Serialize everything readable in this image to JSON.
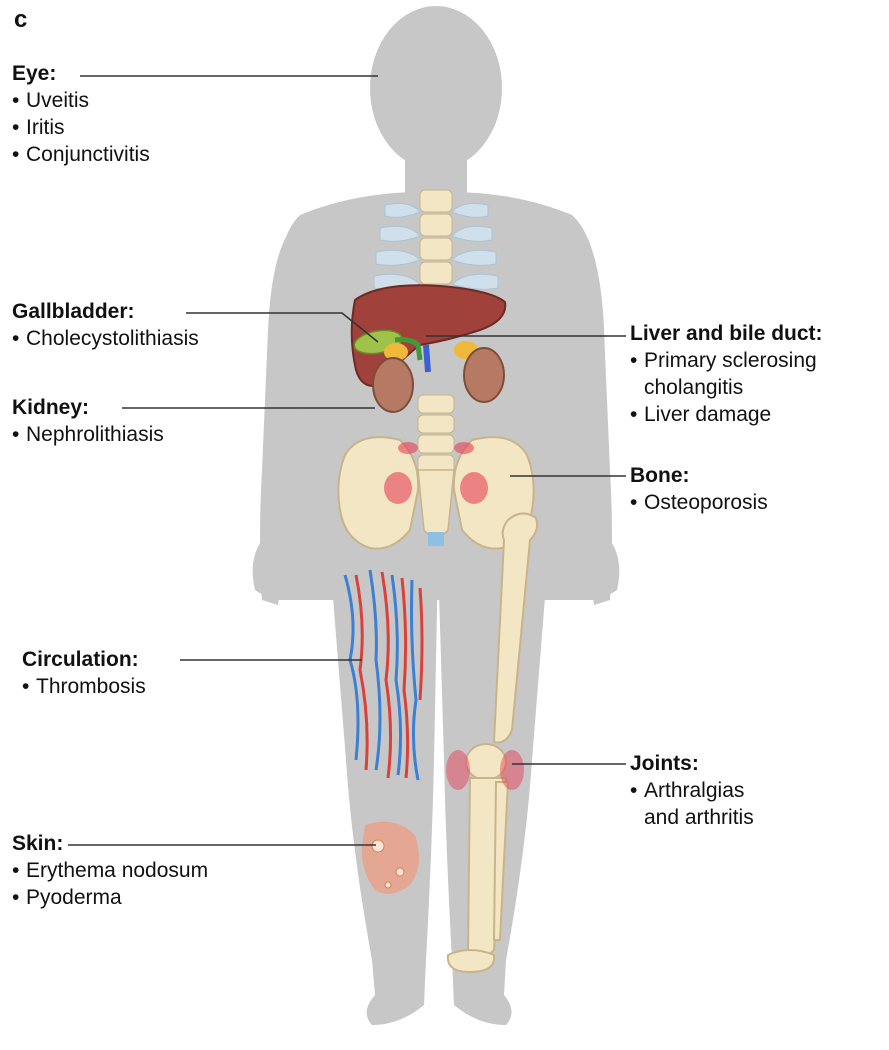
{
  "panel_letter": "c",
  "labels": {
    "eye": {
      "heading": "Eye:",
      "items": [
        "Uveitis",
        "Iritis",
        "Conjunctivitis"
      ]
    },
    "gallbladder": {
      "heading": "Gallbladder:",
      "items": [
        "Cholecystolithiasis"
      ]
    },
    "kidney": {
      "heading": "Kidney:",
      "items": [
        "Nephrolithiasis"
      ]
    },
    "liver": {
      "heading": "Liver and bile duct:",
      "items": [
        {
          "line1": "Primary sclerosing",
          "line2": "cholangitis"
        },
        {
          "line1": "Liver damage",
          "line2": ""
        }
      ]
    },
    "bone": {
      "heading": "Bone:",
      "items": [
        "Osteoporosis"
      ]
    },
    "circulation": {
      "heading": "Circulation:",
      "items": [
        "Thrombosis"
      ]
    },
    "joints": {
      "heading": "Joints:",
      "items": [
        {
          "line1": "Arthralgias",
          "line2": "and arthritis"
        }
      ]
    },
    "skin": {
      "heading": "Skin:",
      "items": [
        "Erythema nodosum",
        "Pyoderma"
      ]
    }
  },
  "colors": {
    "body_silhouette": "#c7c7c7",
    "bone": "#f3e6c4",
    "liver": "#a0413b",
    "gallbladder": "#9fc24a",
    "kidney": "#b67a64",
    "vein": "#3d7fd1",
    "artery": "#d9423c",
    "inflammation": "#e8344f",
    "skin_lesion": "#f19a7f",
    "leader_line": "#333333"
  }
}
